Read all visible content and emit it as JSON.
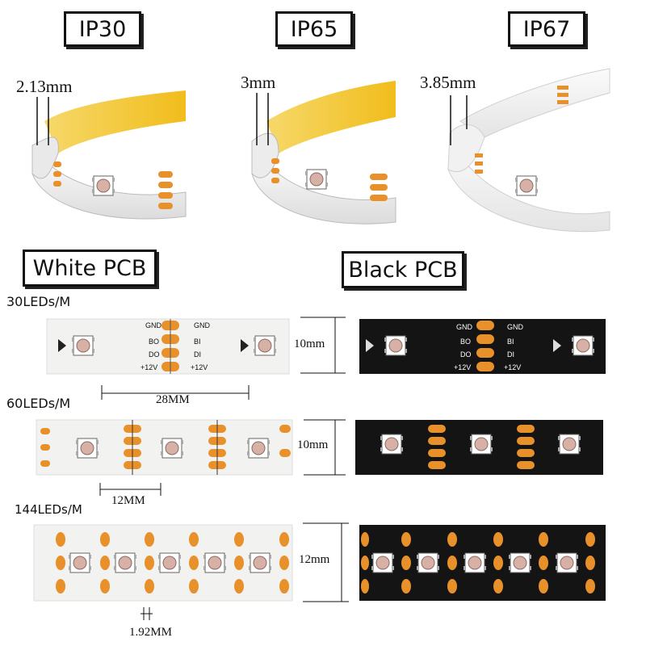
{
  "ip_ratings": {
    "ip30": {
      "label": "IP30",
      "thickness": "2.13mm"
    },
    "ip65": {
      "label": "IP65",
      "thickness": "3mm"
    },
    "ip67": {
      "label": "IP67",
      "thickness": "3.85mm"
    }
  },
  "pcb": {
    "white_label": "White PCB",
    "black_label": "Black PCB"
  },
  "densities": {
    "d30": {
      "label": "30LEDs/M",
      "spacing": "28MM",
      "width": "10mm"
    },
    "d60": {
      "label": "60LEDs/M",
      "spacing": "12MM",
      "width": "10mm"
    },
    "d144": {
      "label": "144LEDs/M",
      "spacing": "1.92MM",
      "width": "12mm"
    }
  },
  "pads": {
    "gnd": "GND",
    "bo": "BO",
    "bi": "BI",
    "do": "DO",
    "di": "DI",
    "v12": "+12V"
  },
  "colors": {
    "white_pcb": "#f2f2f0",
    "black_pcb": "#141414",
    "pad": "#e8902a",
    "led": "#d8b1a6",
    "tape": "#f3c52e"
  }
}
